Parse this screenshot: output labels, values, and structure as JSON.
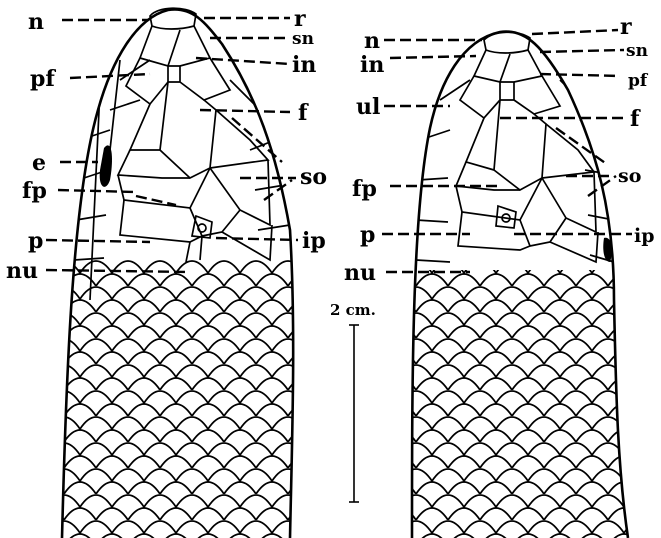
{
  "figure": {
    "left_head": {
      "labels": {
        "n": "n",
        "r": "r",
        "sn": "sn",
        "pf": "pf",
        "in": "in",
        "f": "f",
        "e": "e",
        "so": "so",
        "fp": "fp",
        "p": "p",
        "ip": "ip",
        "nu": "nu"
      }
    },
    "right_head": {
      "labels": {
        "n": "n",
        "r": "r",
        "in": "in",
        "sn": "sn",
        "pf": "pf",
        "ul": "ul",
        "f": "f",
        "so": "so",
        "fp": "fp",
        "p": "p",
        "ip": "ip",
        "nu": "nu"
      }
    },
    "scale_bar": {
      "label": "2 cm."
    }
  }
}
